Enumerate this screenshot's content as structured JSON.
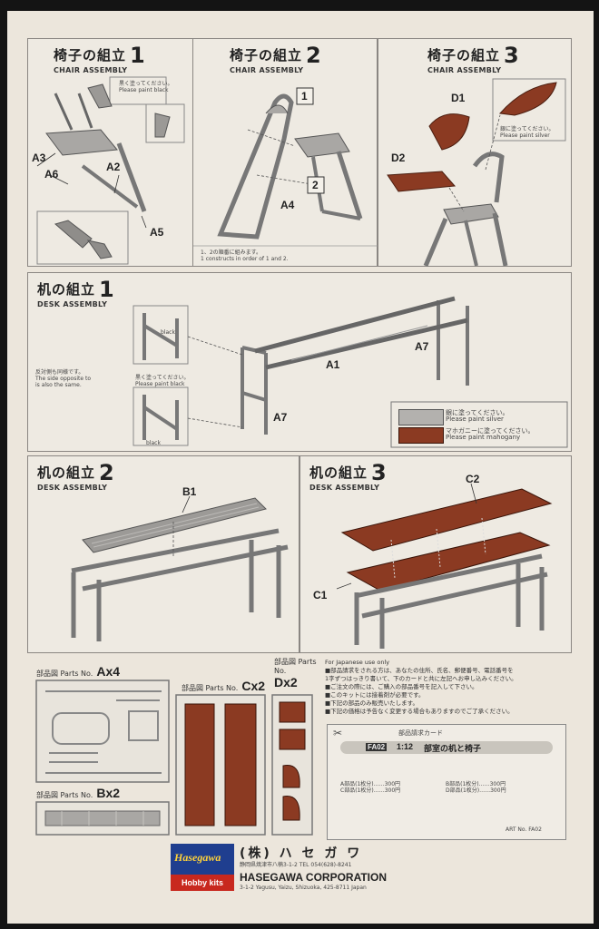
{
  "chair1": {
    "jp": "椅子の組立",
    "num": "1",
    "en": "CHAIR ASSEMBLY",
    "note1": "黒く塗ってください。",
    "note2": "Please paint black",
    "labels": [
      "A3",
      "A6",
      "A2",
      "A5"
    ]
  },
  "chair2": {
    "jp": "椅子の組立",
    "num": "2",
    "en": "CHAIR ASSEMBLY",
    "labels": [
      "A4",
      "1",
      "2"
    ],
    "note1": "1、2の順番に組みます。",
    "note2": "1 constructs in order of 1 and 2."
  },
  "chair3": {
    "jp": "椅子の組立",
    "num": "3",
    "en": "CHAIR ASSEMBLY",
    "labels": [
      "D1",
      "D2"
    ],
    "note1": "銀に塗ってください。",
    "note2": "Please paint silver"
  },
  "desk1": {
    "jp": "机の組立",
    "num": "1",
    "en": "DESK ASSEMBLY",
    "labels": [
      "A1",
      "A7",
      "A7"
    ],
    "side1": "反対側も同様です。",
    "side2": "The side opposite to",
    "side3": "is also the same.",
    "black": "black",
    "paint1": "黒く塗ってください。",
    "paint2": "Please paint black"
  },
  "legend": {
    "silver_jp": "銀に塗ってください。",
    "silver_en": "Please paint silver",
    "mah_jp": "マホガニーに塗ってください。",
    "mah_en": "Please paint mahogany",
    "silver": "#b3b1ae",
    "mahogany": "#8b3a22"
  },
  "desk2": {
    "jp": "机の組立",
    "num": "2",
    "en": "DESK ASSEMBLY",
    "labels": [
      "B1"
    ]
  },
  "desk3": {
    "jp": "机の組立",
    "num": "3",
    "en": "DESK ASSEMBLY",
    "labels": [
      "C2",
      "C1"
    ]
  },
  "parts": {
    "a": {
      "name": "部品図 Parts No.",
      "code": "Ax4"
    },
    "b": {
      "name": "部品図 Parts No.",
      "code": "Bx2"
    },
    "c": {
      "name": "部品図 Parts No.",
      "code": "Cx2"
    },
    "d": {
      "name": "部品図 Parts No.",
      "code": "Dx2"
    }
  },
  "info": {
    "title": "For Japanese use only",
    "lines": [
      "■部品請求をされる方は、あなたの住所、氏名、郵便番号、電話番号を",
      "1字ずつはっきり書いて、下のカードと共に左記へお申し込みください。",
      "■ご注文の際には、ご購入の部品番号を記入して下さい。",
      "■このキットには接着剤が必要です。",
      "■下記の部品のみ販売いたします。",
      "■下記の価格は予告なく変更する場合もありますのでご了承ください。"
    ],
    "card_head": "部品請求カード",
    "card_code": "FA02",
    "card_scale": "1:12",
    "card_title": "部室の机と椅子",
    "card_rows": [
      "A部品(1枚分)……300円",
      "B部品(1枚分)……300円",
      "C部品(1枚分)……300円",
      "D部品(1枚分)……300円"
    ],
    "card_foot": "ART No. FA02"
  },
  "footer": {
    "logo_top": "Hasegawa",
    "logo_bottom": "Hobby kits",
    "jp": "(株) ハ セ ガ ワ",
    "addr1": "静岡県焼津市八楠3-1-2 TEL 054(628)-8241",
    "en": "HASEGAWA CORPORATION",
    "addr2": "3-1-2 Yagusu, Yaizu, Shizuoka, 425-8711 Japan"
  }
}
